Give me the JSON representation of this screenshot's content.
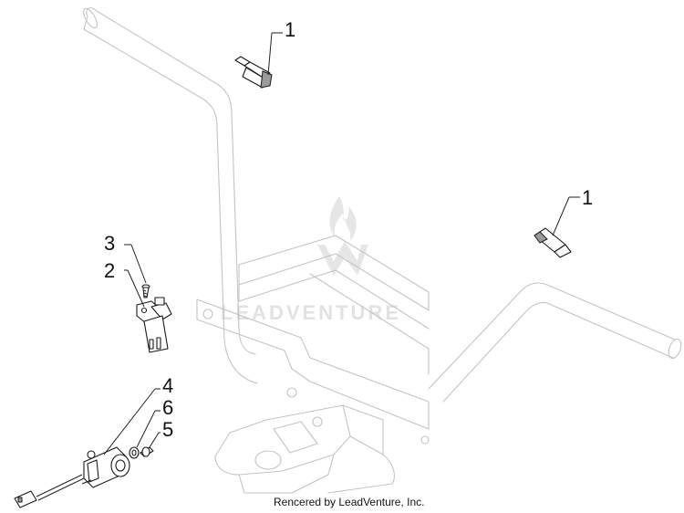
{
  "callouts": {
    "top_switch": "1",
    "right_switch": "1",
    "screw": "3",
    "switch_bracket": "2",
    "solenoid": "4",
    "washer": "6",
    "bolt": "5"
  },
  "credit": "Rencered by LeadVenture, Inc.",
  "watermark": "LEADVENTURE"
}
